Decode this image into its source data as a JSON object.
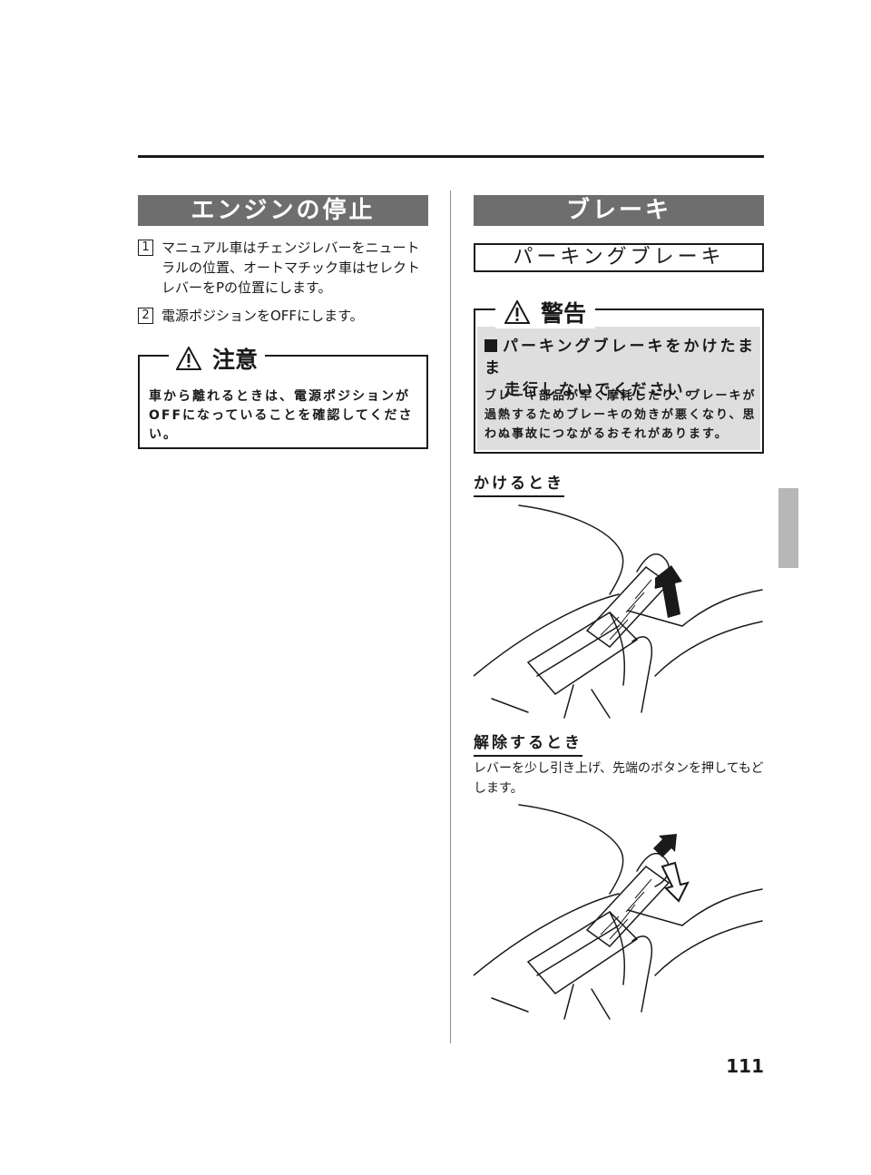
{
  "left": {
    "title": "エンジンの停止",
    "steps": [
      {
        "num": "1",
        "text": "マニュアル車はチェンジレバーをニュートラルの位置、オートマチック車はセレクトレバーをPの位置にします。"
      },
      {
        "num": "2",
        "text": "電源ポジションをOFFにします。"
      }
    ],
    "caution": {
      "title": "注意",
      "text": "車から離れるときは、電源ポジションがOFFになっていることを確認してください。"
    }
  },
  "right": {
    "title": "ブレーキ",
    "subtitle": "パーキングブレーキ",
    "warning": {
      "title": "警告",
      "heading_line1": "パーキングブレーキをかけたまま",
      "heading_line2": "走行しないでください。",
      "body": "ブレーキ部品が早く摩耗したり、ブレーキが過熱するためブレーキの効きが悪くなり、思わぬ事故につながるおそれがあります。"
    },
    "apply": {
      "title": "かけるとき"
    },
    "release": {
      "title": "解除するとき",
      "text": "レバーを少し引き上げ、先端のボタンを押してもどします。"
    }
  },
  "page_number": "111",
  "colors": {
    "header_gray": "#6e6e6e",
    "warning_fill": "#dedede",
    "tab_gray": "#b7b7b7"
  }
}
